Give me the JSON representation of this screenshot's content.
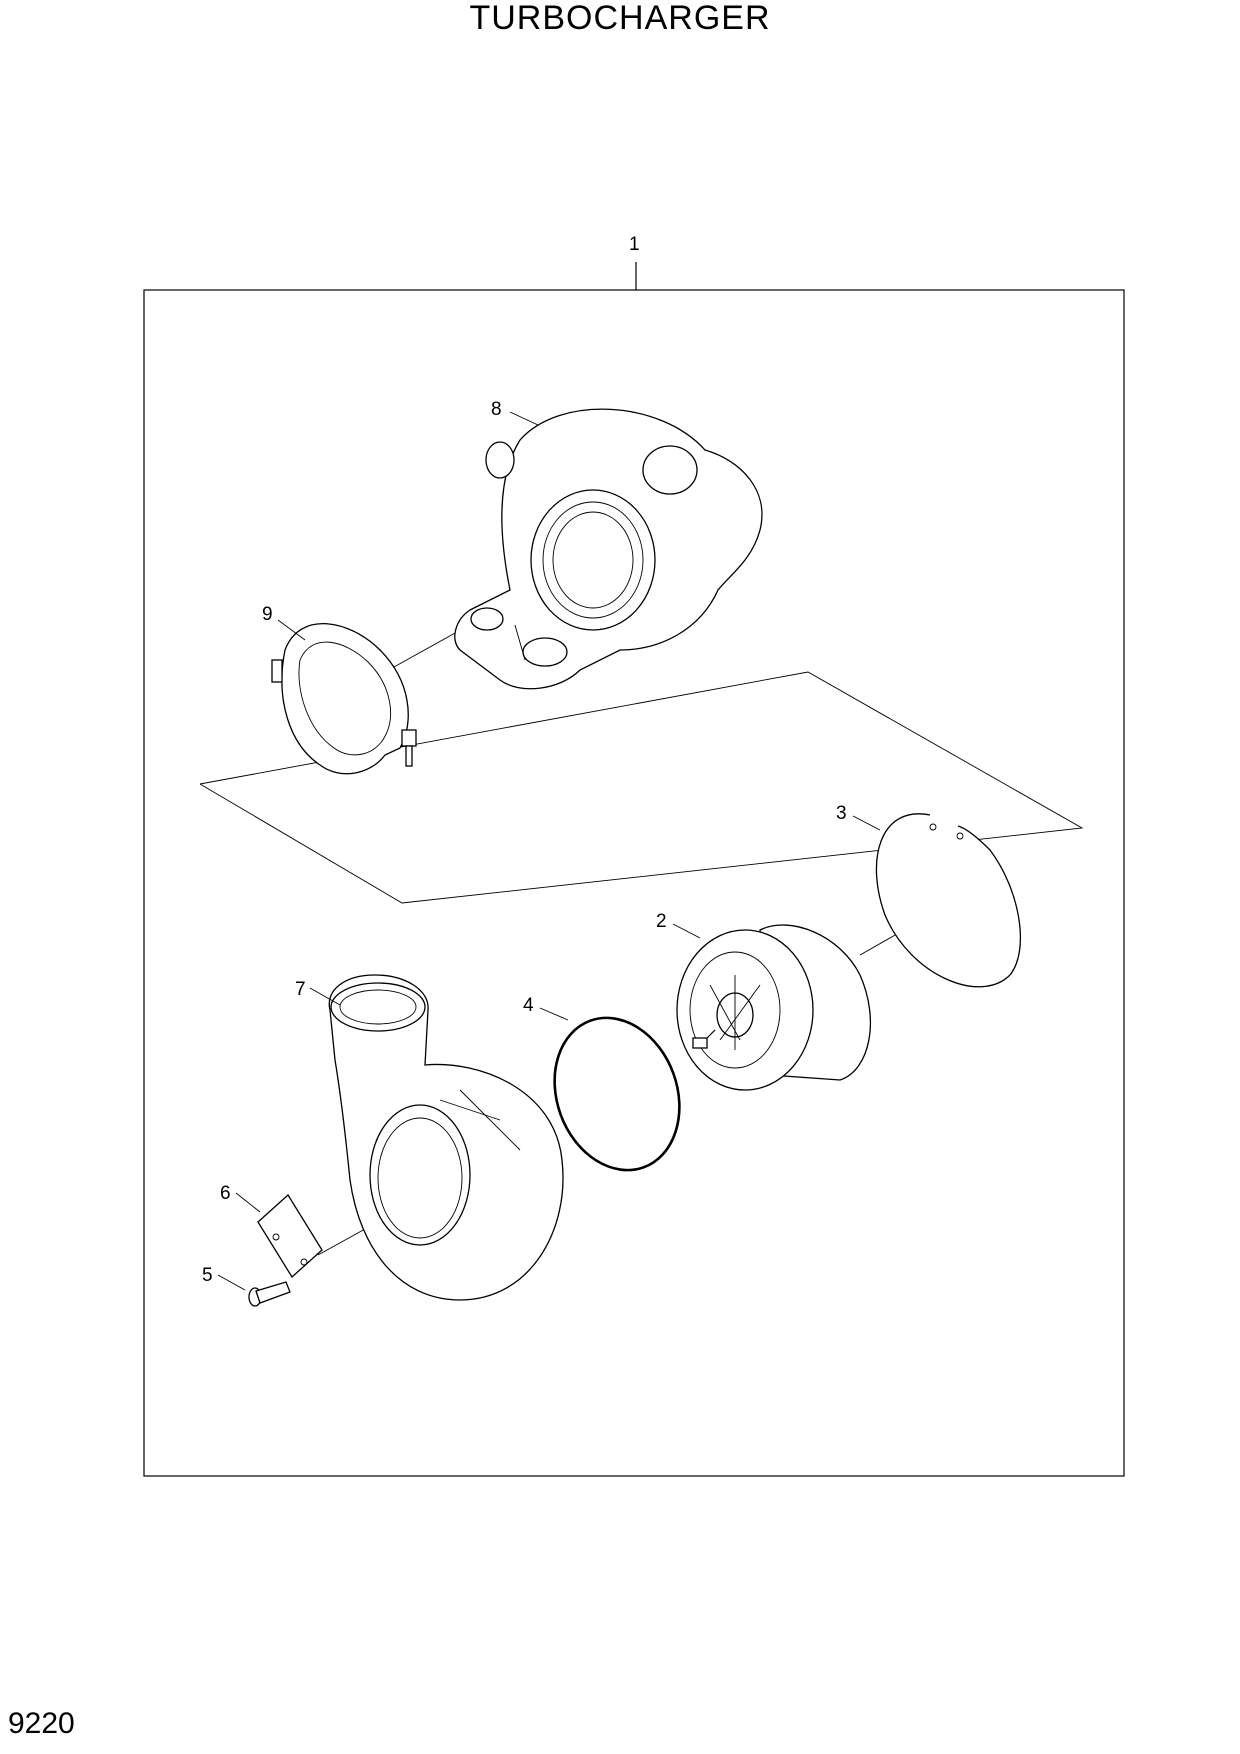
{
  "diagram": {
    "title": "TURBOCHARGER",
    "page_code": "9220",
    "callouts": [
      {
        "id": "1",
        "label": "1"
      },
      {
        "id": "2",
        "label": "2"
      },
      {
        "id": "3",
        "label": "3"
      },
      {
        "id": "4",
        "label": "4"
      },
      {
        "id": "5",
        "label": "5"
      },
      {
        "id": "6",
        "label": "6"
      },
      {
        "id": "7",
        "label": "7"
      },
      {
        "id": "8",
        "label": "8"
      },
      {
        "id": "9",
        "label": "9"
      }
    ]
  }
}
